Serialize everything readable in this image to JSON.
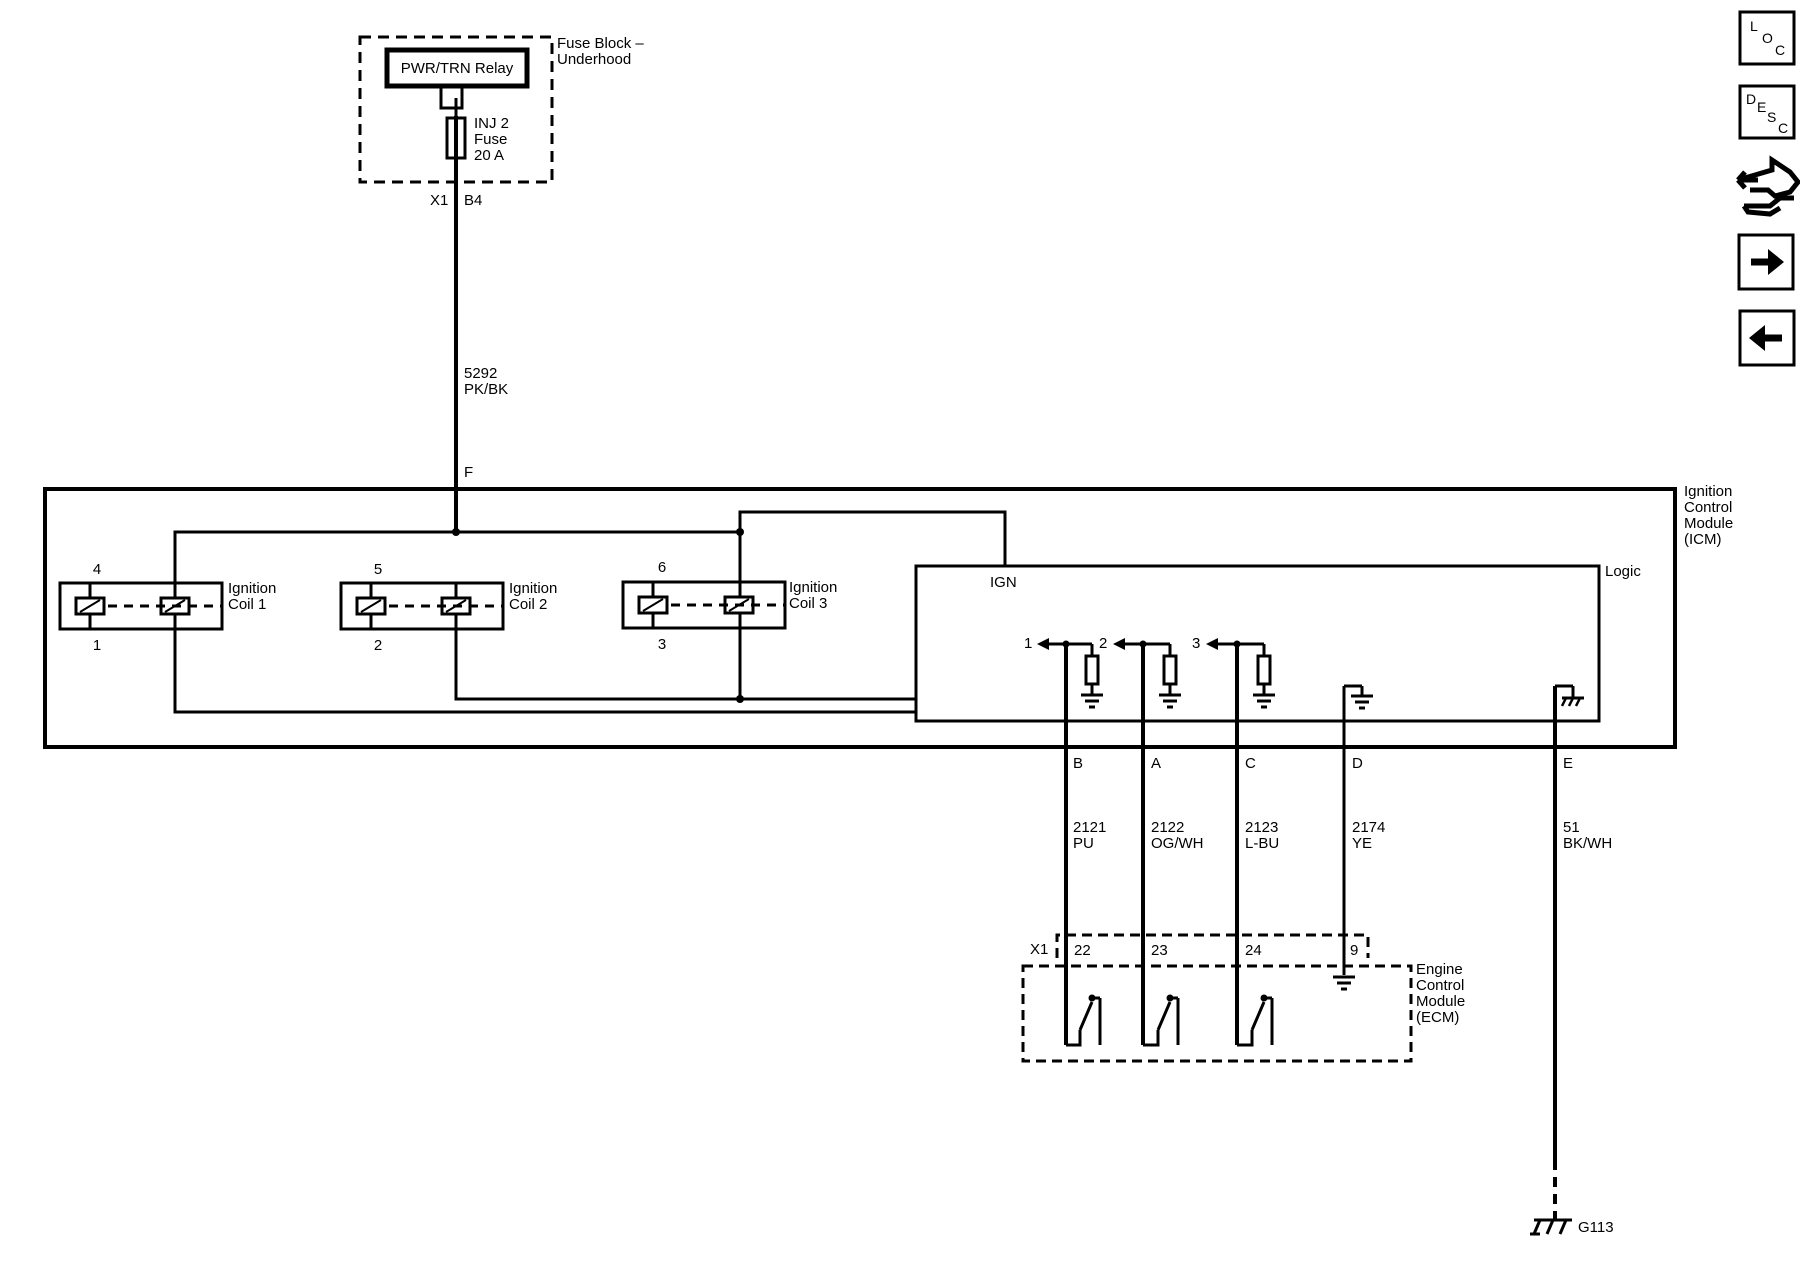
{
  "fuse_block": {
    "label": [
      "Fuse Block –",
      "Underhood"
    ],
    "relay": "PWR/TRN Relay",
    "fuse": [
      "INJ 2",
      "Fuse",
      "20 A"
    ],
    "connector": "X1",
    "terminal": "B4"
  },
  "feed_wire": {
    "circuit": "5292",
    "color": "PK/BK",
    "terminal": "F"
  },
  "icm": {
    "label": [
      "Ignition",
      "Control",
      "Module",
      "(ICM)"
    ],
    "coils": [
      {
        "name": [
          "Ignition",
          "Coil 1"
        ],
        "top": "4",
        "bottom": "1"
      },
      {
        "name": [
          "Ignition",
          "Coil 2"
        ],
        "top": "5",
        "bottom": "2"
      },
      {
        "name": [
          "Ignition",
          "Coil 3"
        ],
        "top": "6",
        "bottom": "3"
      }
    ],
    "logic_label": "Logic",
    "ign_label": "IGN",
    "driver_labels": [
      "1",
      "2",
      "3"
    ]
  },
  "wires": [
    {
      "terminal": "B",
      "circuit": "2121",
      "color": "PU",
      "ecm_pin": "22"
    },
    {
      "terminal": "A",
      "circuit": "2122",
      "color": "OG/WH",
      "ecm_pin": "23"
    },
    {
      "terminal": "C",
      "circuit": "2123",
      "color": "L-BU",
      "ecm_pin": "24"
    },
    {
      "terminal": "D",
      "circuit": "2174",
      "color": "YE",
      "ecm_pin": "9"
    },
    {
      "terminal": "E",
      "circuit": "51",
      "color": "BK/WH"
    }
  ],
  "ecm": {
    "label": [
      "Engine",
      "Control",
      "Module",
      "(ECM)"
    ],
    "connector": "X1"
  },
  "ground": {
    "label": "G113"
  },
  "nav": {
    "loc": [
      "L",
      "O",
      "C"
    ],
    "desc": [
      "D",
      "E",
      "S",
      "C"
    ]
  }
}
